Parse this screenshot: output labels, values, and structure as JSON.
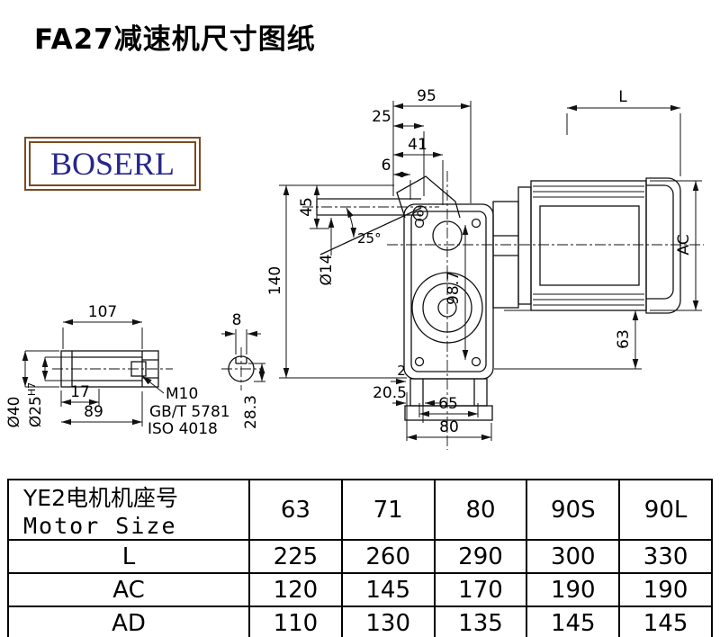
{
  "title": "FA27减速机尺寸图纸",
  "logo": {
    "text": "BOSERL"
  },
  "drawing": {
    "dims": {
      "w95": "95",
      "L": "L",
      "w25": "25",
      "w41": "41",
      "w6": "6",
      "h45": "45",
      "h140": "140",
      "dia14": "Ø14",
      "angle25": "25°",
      "h98_7": "98.7",
      "AC": "AC",
      "h63": "63",
      "w2": "2",
      "w20_5": "20.5",
      "w65": "65",
      "w80": "80",
      "w107": "107",
      "w17": "17",
      "w89": "89",
      "dia40": "Ø40",
      "dia25": "Ø25",
      "dia25_tol": "H7",
      "key8": "8",
      "key28_3": "28.3",
      "m10": "M10",
      "gbt5781": "GB/T 5781",
      "iso4018": "ISO 4018"
    }
  },
  "table": {
    "header": {
      "line1": "YE2电机机座号",
      "line2": "Motor Size"
    },
    "sizes": [
      "63",
      "71",
      "80",
      "90S",
      "90L"
    ],
    "rows": [
      {
        "label": "L",
        "values": [
          "225",
          "260",
          "290",
          "300",
          "330"
        ]
      },
      {
        "label": "AC",
        "values": [
          "120",
          "145",
          "170",
          "190",
          "190"
        ]
      },
      {
        "label": "AD",
        "values": [
          "110",
          "130",
          "135",
          "145",
          "145"
        ]
      }
    ]
  }
}
